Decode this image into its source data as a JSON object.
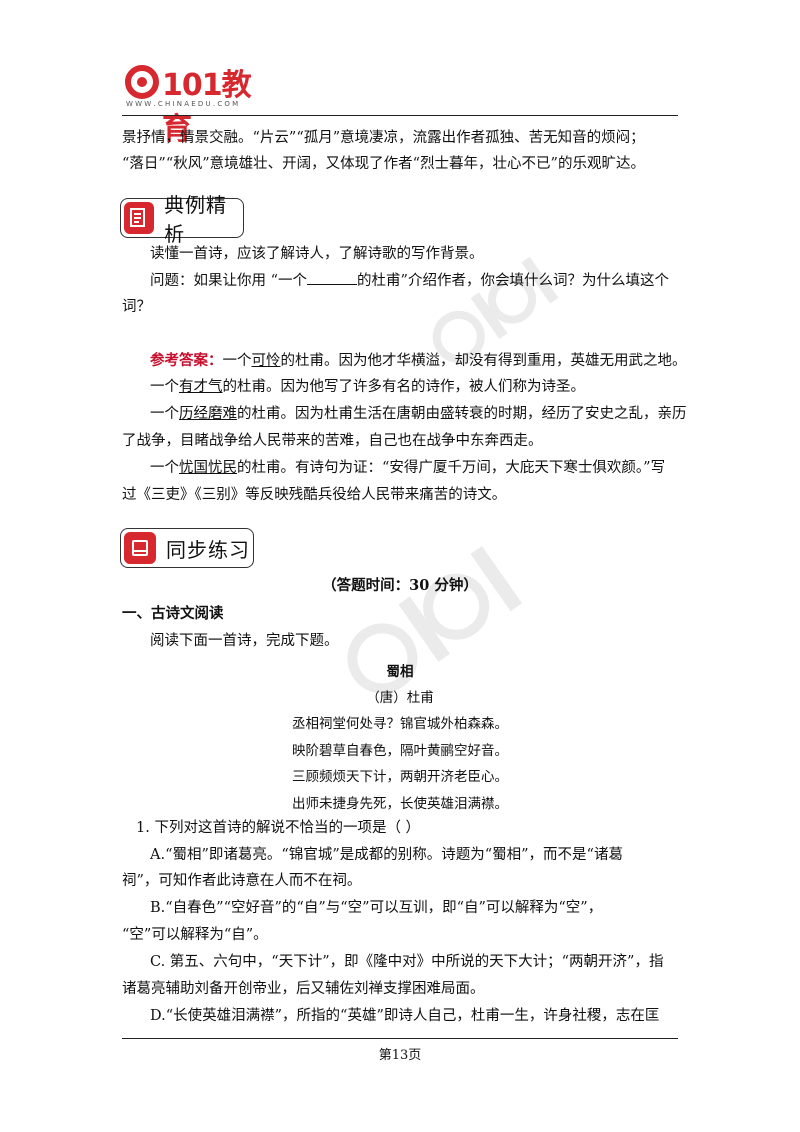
{
  "header": {
    "brand": "101教育",
    "site": "W W W . C H I N A E D U . C O M"
  },
  "intro": {
    "line1": "景抒情，情景交融。“片云”“孤月”意境凄凉，流露出作者孤独、苦无知音的烦闷；",
    "line2": "“落日”“秋风”意境雄壮、开阔，又体现了作者“烈士暮年，壮心不已”的乐观旷达。"
  },
  "section1": {
    "title": "典例精析",
    "p1": "读懂一首诗，应该了解诗人，了解诗歌的写作背景。",
    "q_prefix": "问题：如果让你用 “一个",
    "q_suffix": "的杜甫”介绍作者，你会填什么词？为什么填这个",
    "q_line2": "词？",
    "answer_label": "参考答案：",
    "a1_pre": "一个",
    "a1_word": "可怜",
    "a1_post": "的杜甫。因为他才华横溢，却没有得到重用，英雄无用武之地。",
    "a2_pre": "一个",
    "a2_word": "有才气",
    "a2_post": "的杜甫。因为他写了许多有名的诗作，被人们称为诗圣。",
    "a3_pre": "一个",
    "a3_word": "历经磨难",
    "a3_post": "的杜甫。因为杜甫生活在唐朝由盛转衰的时期，经历了安史之乱，亲历",
    "a3_line2": "了战争，目睹战争给人民带来的苦难，自己也在战争中东奔西走。",
    "a4_pre": "一个",
    "a4_word": "忧国忧民",
    "a4_post": "的杜甫。有诗句为证：“安得广厦千万间，大庇天下寒士俱欢颜。”写",
    "a4_line2": "过《三吏》《三别》等反映残酷兵役给人民带来痛苦的诗文。"
  },
  "section2": {
    "title": "同步练习",
    "time": "（答题时间：30 分钟）",
    "part1": "一、古诗文阅读",
    "instruction": "阅读下面一首诗，完成下题。"
  },
  "poem": {
    "title": "蜀相",
    "author": "（唐）杜甫",
    "lines": [
      "丞相祠堂何处寻？锦官城外柏森森。",
      "映阶碧草自春色，隔叶黄鹂空好音。",
      "三顾频烦天下计，两朝开济老臣心。",
      "出师未捷身先死，长使英雄泪满襟。"
    ]
  },
  "question1": {
    "stem": "1. 下列对这首诗的解说不恰当的一项是（      ）",
    "A1": "A.“蜀相”即诸葛亮。“锦官城”是成都的别称。诗题为“蜀相”，而不是“诸葛",
    "A2": "祠”，可知作者此诗意在人而不在祠。",
    "B1": "B.“自春色”“空好音”的“自”与“空”可以互训，即“自”可以解释为“空”，",
    "B2": "“空”可以解释为“自”。",
    "C1": "C. 第五、六句中，“天下计”，即《隆中对》中所说的天下大计；“两朝开济”，指",
    "C2": "诸葛亮辅助刘备开创帝业，后又辅佐刘禅支撑困难局面。",
    "D1": "D.“长使英雄泪满襟”，所指的“英雄”即诗人自己，杜甫一生，许身社稷，志在匡"
  },
  "footer": {
    "page": "第13页"
  },
  "colors": {
    "brand_red": "#d7282f",
    "answer_red": "#c8102e"
  }
}
